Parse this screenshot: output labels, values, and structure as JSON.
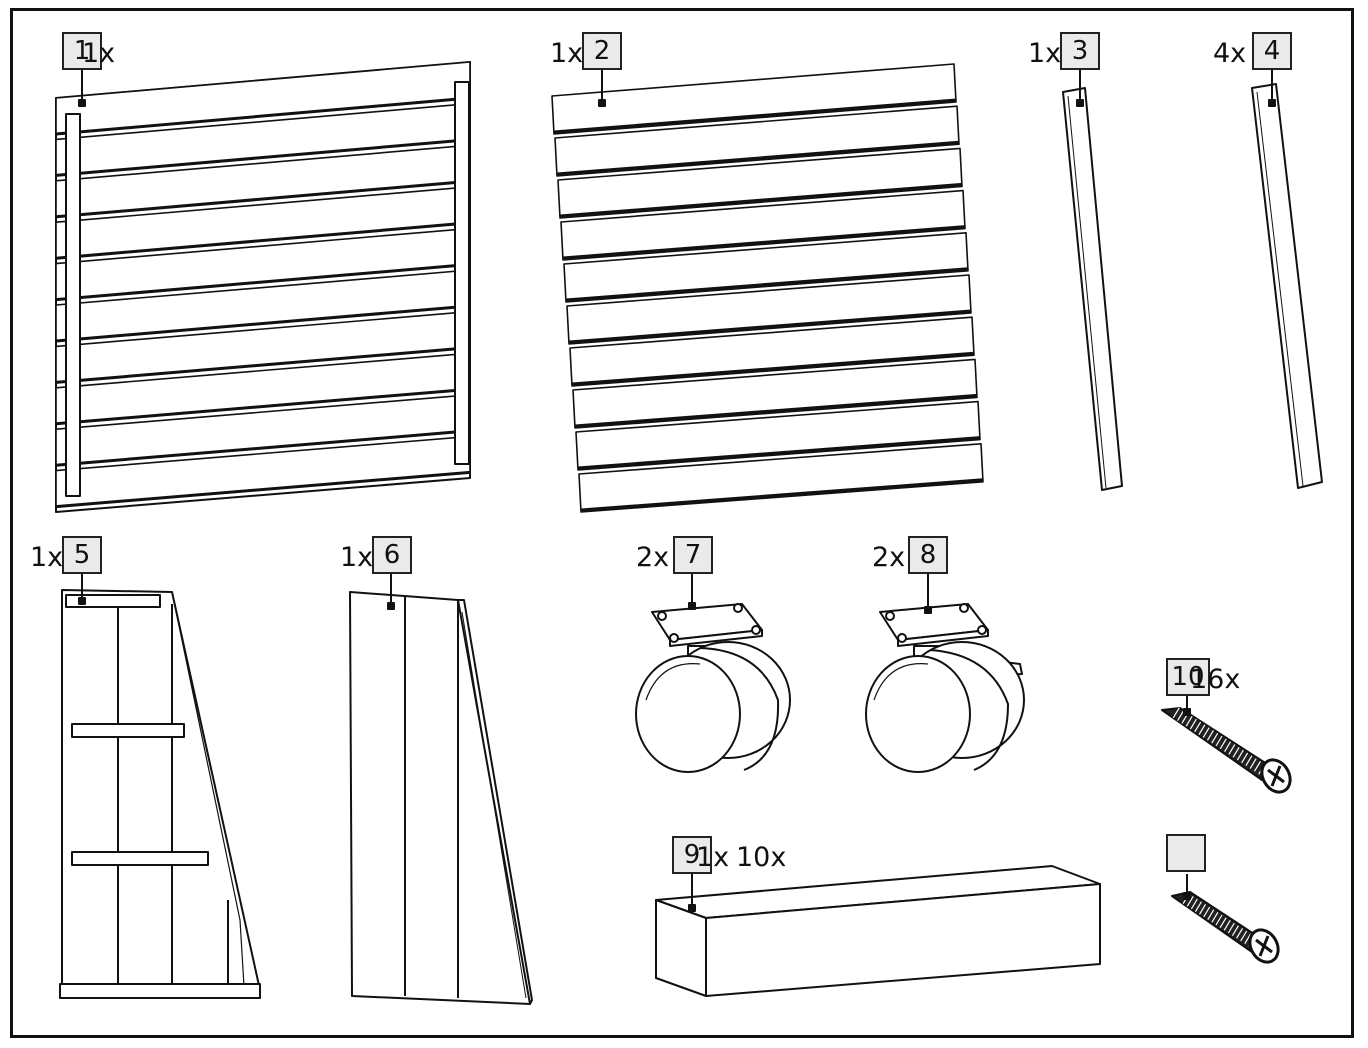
{
  "parts": [
    {
      "id": "part-1",
      "number": "1",
      "qty": "1x"
    },
    {
      "id": "part-2",
      "number": "2",
      "qty": "1x"
    },
    {
      "id": "part-3",
      "number": "3",
      "qty": "1x"
    },
    {
      "id": "part-4",
      "number": "4",
      "qty": "4x"
    },
    {
      "id": "part-5",
      "number": "5",
      "qty": "1x"
    },
    {
      "id": "part-6",
      "number": "6",
      "qty": "1x"
    },
    {
      "id": "part-7",
      "number": "7",
      "qty": "2x"
    },
    {
      "id": "part-8",
      "number": "8",
      "qty": "2x"
    },
    {
      "id": "part-9",
      "number": "9",
      "qty": "1x"
    },
    {
      "id": "part-10",
      "number": "10",
      "qty": "16x"
    },
    {
      "id": "part-11",
      "number": "",
      "qty": "10x"
    }
  ]
}
